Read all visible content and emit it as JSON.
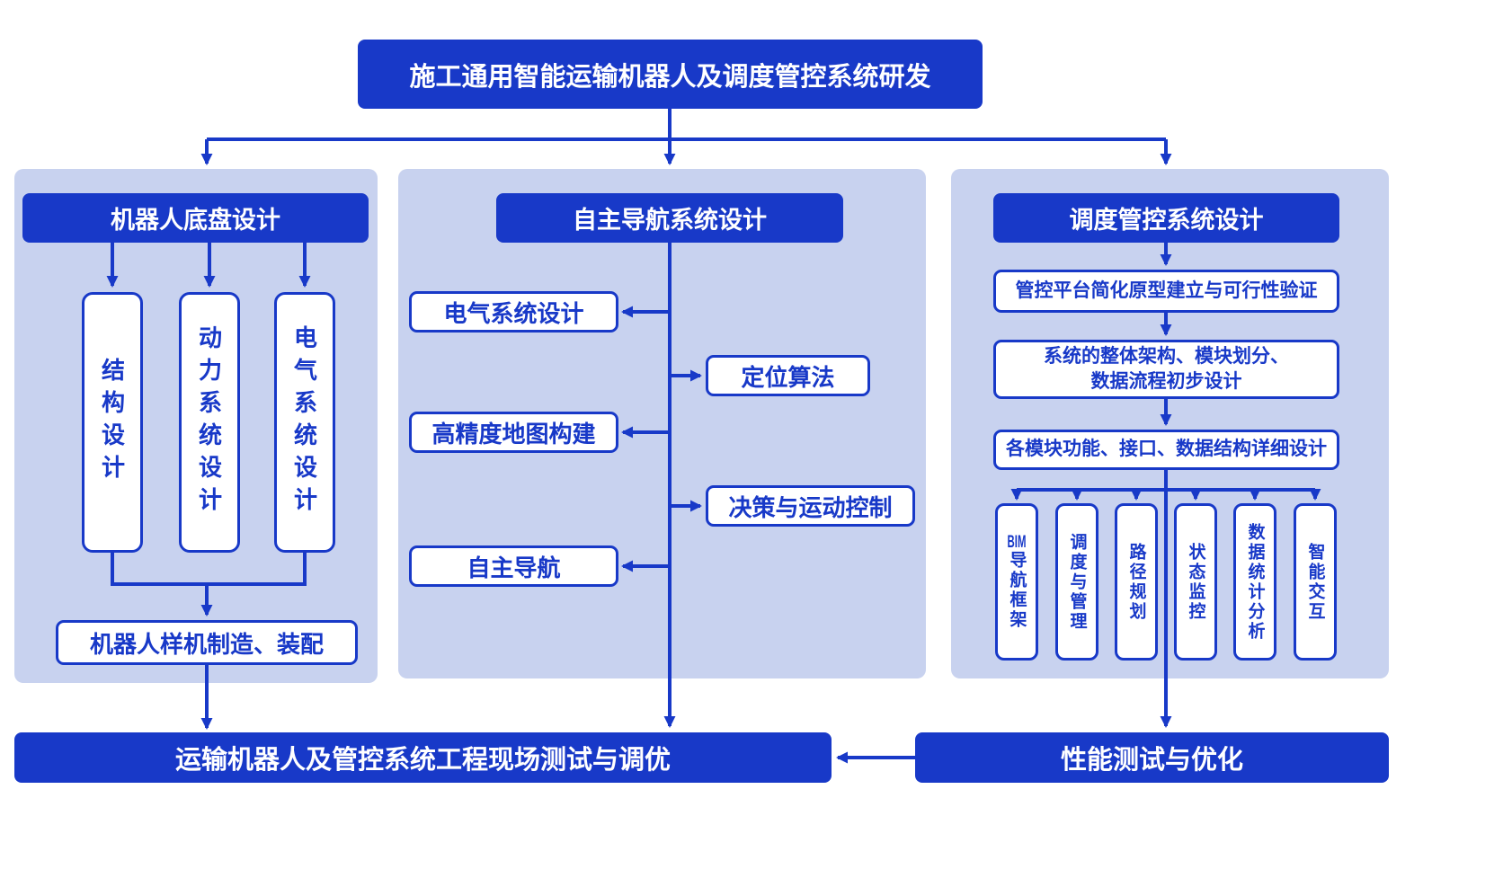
{
  "colors": {
    "primary": "#1839c8",
    "panel_bg": "#c8d2ef",
    "box_bg": "#ffffff",
    "header_text": "#ffffff"
  },
  "root": {
    "title": "施工通用智能运输机器人及调度管控系统研发"
  },
  "chassis": {
    "header": "机器人底盘设计",
    "items": [
      {
        "label": "结构设计"
      },
      {
        "label": "动力系统设计"
      },
      {
        "label": "电气系统设计"
      }
    ],
    "assembly": "机器人样机制造、装配"
  },
  "navigation": {
    "header": "自主导航系统设计",
    "boxes": [
      {
        "label": "电气系统设计"
      },
      {
        "label": "定位算法"
      },
      {
        "label": "高精度地图构建"
      },
      {
        "label": "决策与运动控制"
      },
      {
        "label": "自主导航"
      }
    ]
  },
  "scheduling": {
    "header": "调度管控系统设计",
    "steps": [
      {
        "label": "管控平台简化原型建立与可行性验证"
      },
      {
        "label": "系统的整体架构、模块划分、\n数据流程初步设计"
      },
      {
        "label": "各模块功能、接口、数据结构详细设计"
      }
    ],
    "modules": [
      {
        "latin": "BIM",
        "label": "导航框架"
      },
      {
        "label": "调度与管理"
      },
      {
        "label": "路径规划"
      },
      {
        "label": "状态监控"
      },
      {
        "label": "数据统计分析"
      },
      {
        "label": "智能交互"
      }
    ]
  },
  "bottom": {
    "field_test": "运输机器人及管控系统工程现场测试与调优",
    "performance": "性能测试与优化"
  }
}
